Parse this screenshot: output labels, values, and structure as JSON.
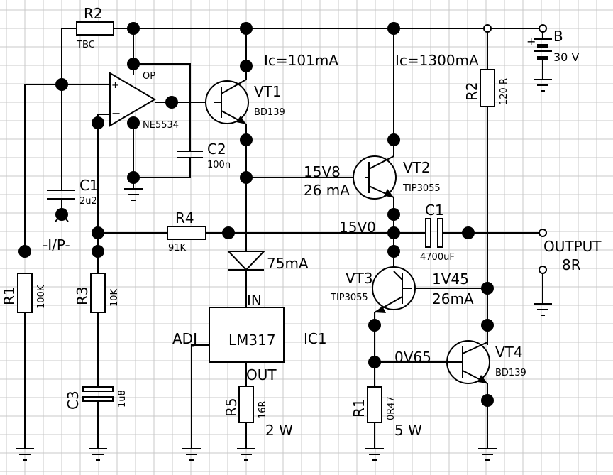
{
  "components": {
    "r2_top": {
      "ref": "R2",
      "value": "TBC"
    },
    "opamp": {
      "ref": "OP",
      "part": "NE5534",
      "plus": "+",
      "minus": "−"
    },
    "c2": {
      "ref": "C2",
      "value": "100n"
    },
    "c1_in": {
      "ref": "C1",
      "value": "2u2"
    },
    "input": {
      "label": "-I/P-"
    },
    "r1_left": {
      "ref": "R1",
      "value": "100K"
    },
    "r3": {
      "ref": "R3",
      "value": "10K"
    },
    "c3": {
      "ref": "C3",
      "value": "1u8"
    },
    "r4": {
      "ref": "R4",
      "value": "91K"
    },
    "vt1": {
      "ref": "VT1",
      "part": "BD139",
      "current": "Ic=101mA"
    },
    "vt2": {
      "ref": "VT2",
      "part": "TIP3055",
      "voltage": "15V8",
      "current": "26 mA"
    },
    "vt3": {
      "ref": "VT3",
      "part": "TIP3055",
      "voltage": "1V45",
      "current": "26mA"
    },
    "vt4": {
      "ref": "VT4",
      "part": "BD139",
      "voltage": "0V65"
    },
    "ic1": {
      "ref": "IC1",
      "part": "LM317",
      "adj": "ADJ",
      "in": "IN",
      "out": "OUT"
    },
    "diode_current": "75mA",
    "r5": {
      "ref": "R5",
      "value": "16R",
      "power": "2 W"
    },
    "r1_em": {
      "ref": "R1",
      "value": "0R47",
      "power": "5 W"
    },
    "r2_right": {
      "ref": "R2",
      "value": "120 R"
    },
    "c1_out": {
      "ref": "C1",
      "value": "4700uF"
    },
    "battery": {
      "ref": "B",
      "value": "30 V",
      "plus": "+"
    },
    "mid_voltage": "15V0",
    "right_current": "Ic=1300mA",
    "output": {
      "label": "OUTPUT",
      "load": "8R"
    }
  }
}
